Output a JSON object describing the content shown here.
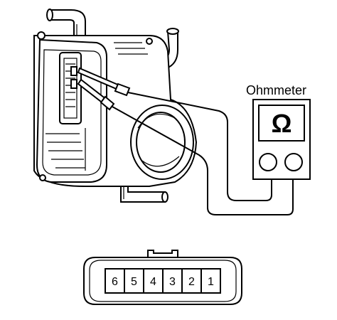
{
  "meter": {
    "label": "Ohmmeter",
    "symbol": "Ω"
  },
  "connector": {
    "pins": [
      "6",
      "5",
      "4",
      "3",
      "2",
      "1"
    ]
  },
  "colors": {
    "ink": "#000000",
    "paper": "#ffffff"
  },
  "icons": {
    "meter_symbol": "omega-icon",
    "component": "throttle-body-drawing"
  }
}
